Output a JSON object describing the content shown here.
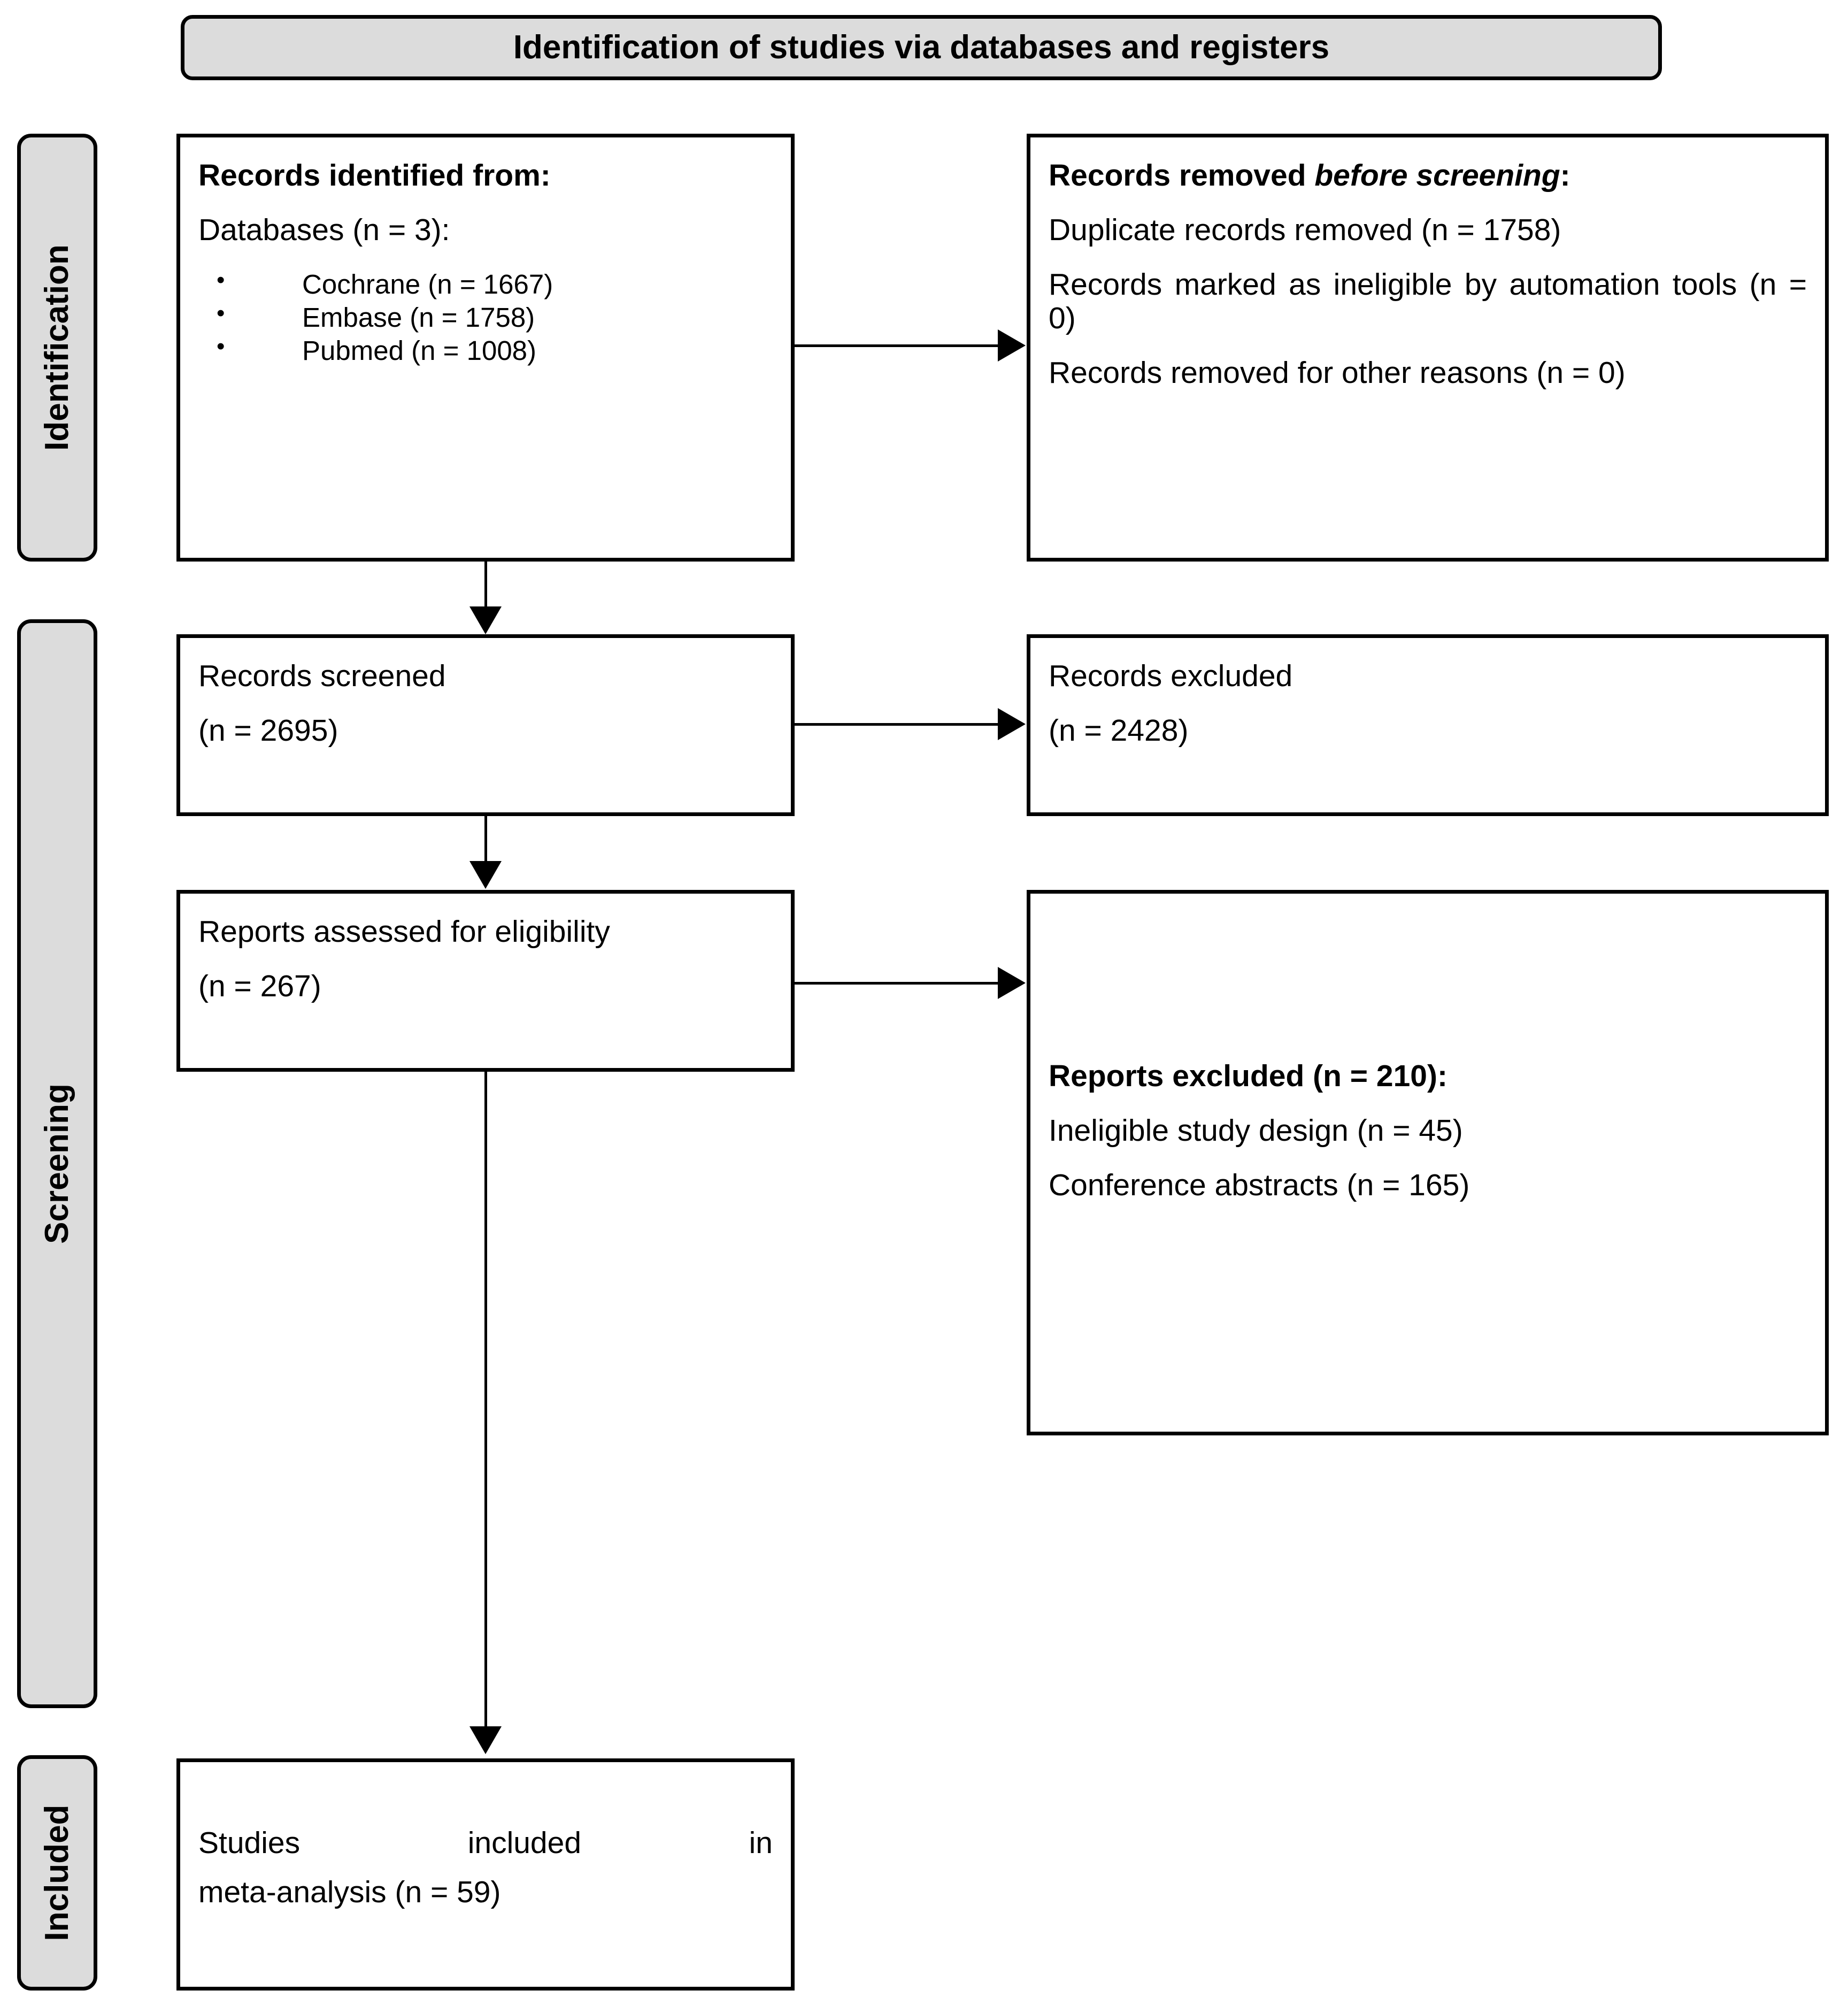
{
  "banner": {
    "title": "Identification of studies via databases and registers"
  },
  "stages": [
    {
      "id": "identification",
      "label": "Identification"
    },
    {
      "id": "screening",
      "label": "Screening"
    },
    {
      "id": "included",
      "label": "Included"
    }
  ],
  "boxes": {
    "identified": {
      "heading": "Records identified from:",
      "subheading": "Databases (n = 3):",
      "sources": [
        "Cochrane (n = 1667)",
        "Embase (n = 1758)",
        "Pubmed (n = 1008)"
      ]
    },
    "removed_before_screening": {
      "heading": "Records removed ",
      "heading_italic": "before screening",
      "heading_tail": ":",
      "lines": [
        "Duplicate records removed  (n = 1758)",
        "Records marked as ineligible by automation tools (n = 0)",
        "Records removed for other reasons (n = 0)"
      ]
    },
    "records_screened": {
      "line1": "Records screened",
      "line2": "(n = 2695)"
    },
    "records_excluded": {
      "line1": "Records excluded",
      "line2": "(n = 2428)"
    },
    "reports_assessed": {
      "line1": "Reports assessed for eligibility",
      "line2": "(n = 267)"
    },
    "reports_excluded": {
      "heading": "Reports excluded (n = 210):",
      "lines": [
        "Ineligible study design (n = 45)",
        "Conference abstracts (n = 165)"
      ]
    },
    "studies_included": {
      "line1": "Studies included in",
      "line2": "meta-analysis (n = 59)"
    }
  },
  "colors": {
    "pill_fill": "#DCDCDC",
    "stroke": "#000000",
    "box_fill": "#FFFFFF"
  }
}
